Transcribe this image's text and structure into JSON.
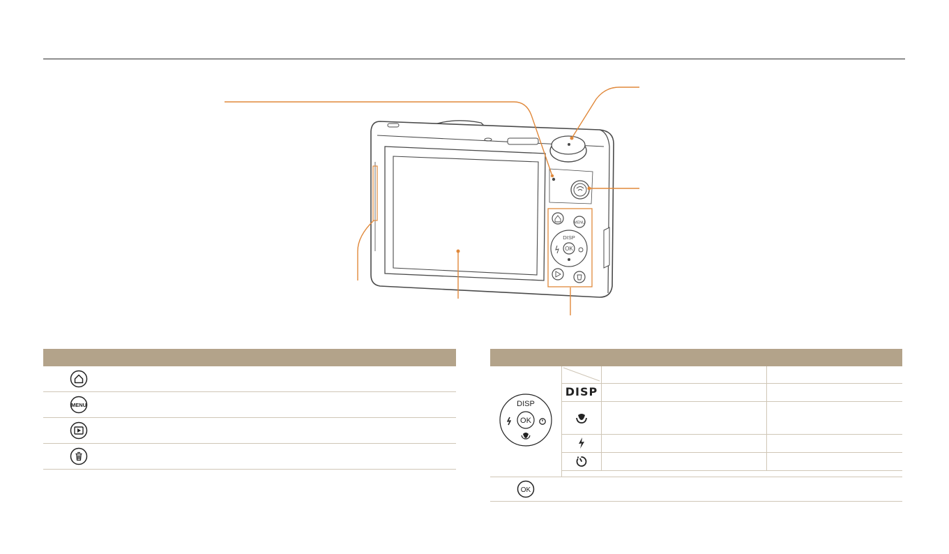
{
  "colors": {
    "accent": "#e0883a",
    "table_header": "#b3a38a",
    "row_rule": "#cfc6b6",
    "body_outline": "#4a4a4a"
  },
  "camera": {
    "button_labels": {
      "disp": "DISP",
      "ok": "OK",
      "menu": "MENU"
    }
  },
  "buttons_table": {
    "rows": [
      {
        "icon": "home-icon"
      },
      {
        "icon": "menu-icon"
      },
      {
        "icon": "playback-icon"
      },
      {
        "icon": "delete-icon"
      }
    ]
  },
  "navigation_table": {
    "dial": {
      "disp": "DISP",
      "ok": "OK"
    },
    "sub_rows": [
      {
        "icon": "diagonal-header"
      },
      {
        "icon": "disp-label",
        "label": "DISP"
      },
      {
        "icon": "macro-icon"
      },
      {
        "icon": "flash-icon"
      },
      {
        "icon": "timer-icon"
      }
    ],
    "ok_row": {
      "icon": "ok-button-icon",
      "label": "OK"
    }
  }
}
